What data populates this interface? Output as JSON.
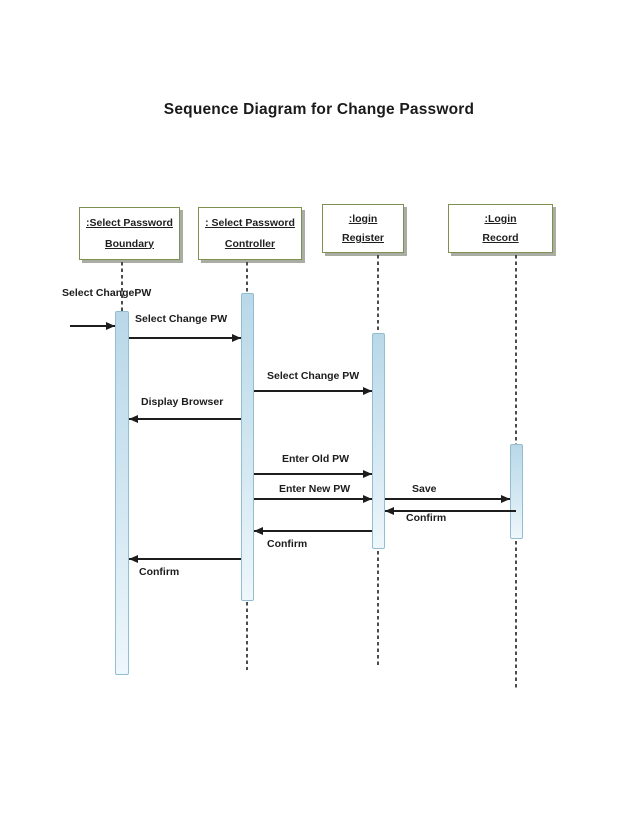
{
  "title": "Sequence Diagram for Change Password",
  "diagram": {
    "type": "uml-sequence-diagram",
    "actors": [
      {
        "id": "boundary",
        "line1": ":Select Password",
        "line2": "Boundary"
      },
      {
        "id": "controller",
        "line1": ": Select Password",
        "line2": "Controller"
      },
      {
        "id": "register",
        "line1": ":login",
        "line2": "Register"
      },
      {
        "id": "record",
        "line1": ":Login",
        "line2": "Record"
      }
    ],
    "messages": [
      {
        "label": "Select ChangePW",
        "from": "external",
        "to": "boundary",
        "direction": "right"
      },
      {
        "label": "Select Change PW",
        "from": "boundary",
        "to": "controller",
        "direction": "right"
      },
      {
        "label": "Select Change PW",
        "from": "controller",
        "to": "register",
        "direction": "right"
      },
      {
        "label": "Display Browser",
        "from": "controller",
        "to": "boundary",
        "direction": "left"
      },
      {
        "label": "Enter Old PW",
        "from": "controller",
        "to": "register",
        "direction": "right"
      },
      {
        "label": "Enter New PW",
        "from": "controller",
        "to": "register",
        "direction": "right"
      },
      {
        "label": "Save",
        "from": "register",
        "to": "record",
        "direction": "right"
      },
      {
        "label": "Confirm",
        "from": "record",
        "to": "register",
        "direction": "left"
      },
      {
        "label": "Confirm",
        "from": "register",
        "to": "controller",
        "direction": "left"
      },
      {
        "label": "Confirm",
        "from": "controller",
        "to": "boundary",
        "direction": "left"
      }
    ],
    "colors": {
      "actor_border": "#7e9150",
      "actor_shadow": "#a9ada3",
      "activation_fill_top": "#b9d8e8",
      "activation_fill_bottom": "#eef7fb",
      "activation_border": "#93bed1",
      "lifeline": "#4d4d4d",
      "arrow": "#1d1d1d",
      "text": "#1f1f1f",
      "background": "#ffffff"
    }
  }
}
